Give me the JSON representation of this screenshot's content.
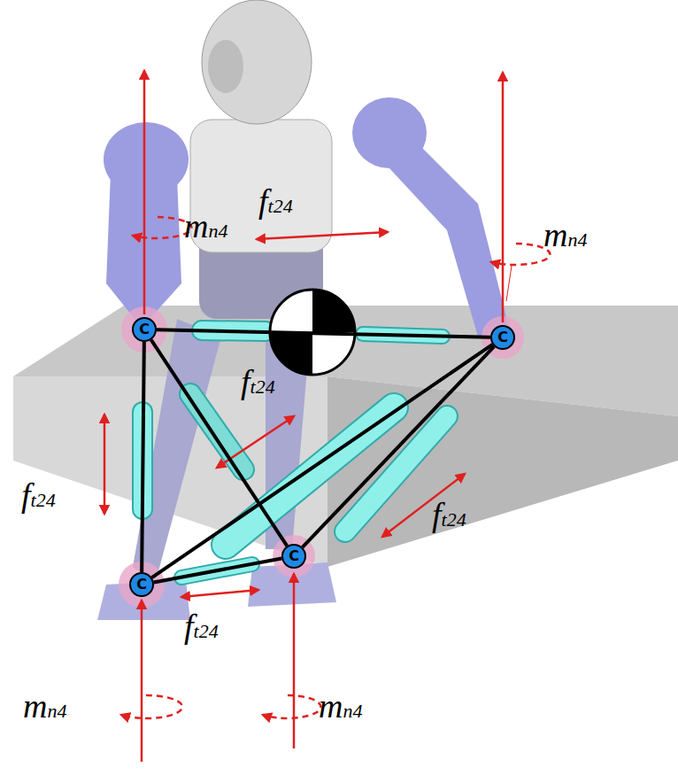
{
  "diagram": {
    "nodes": [
      {
        "text": [
          "C"
        ]
      },
      {
        "text": [
          "C"
        ]
      },
      {
        "text": [
          "C"
        ]
      },
      {
        "text": [
          "C"
        ]
      }
    ],
    "edges": [
      {
        "from": 0,
        "to": 1,
        "arrow": "none"
      },
      {
        "from": 0,
        "to": 3,
        "arrow": "none"
      },
      {
        "from": 0,
        "to": 2,
        "arrow": "none"
      },
      {
        "from": 1,
        "to": 3,
        "arrow": "none"
      },
      {
        "from": 1,
        "to": 2,
        "arrow": "none"
      },
      {
        "from": 3,
        "to": 2,
        "arrow": "none"
      }
    ],
    "labels": [
      "ft24",
      "mn4",
      "mn4",
      "ft24",
      "ft24",
      "ft24",
      "ft24",
      "mn4",
      "mn4"
    ]
  }
}
